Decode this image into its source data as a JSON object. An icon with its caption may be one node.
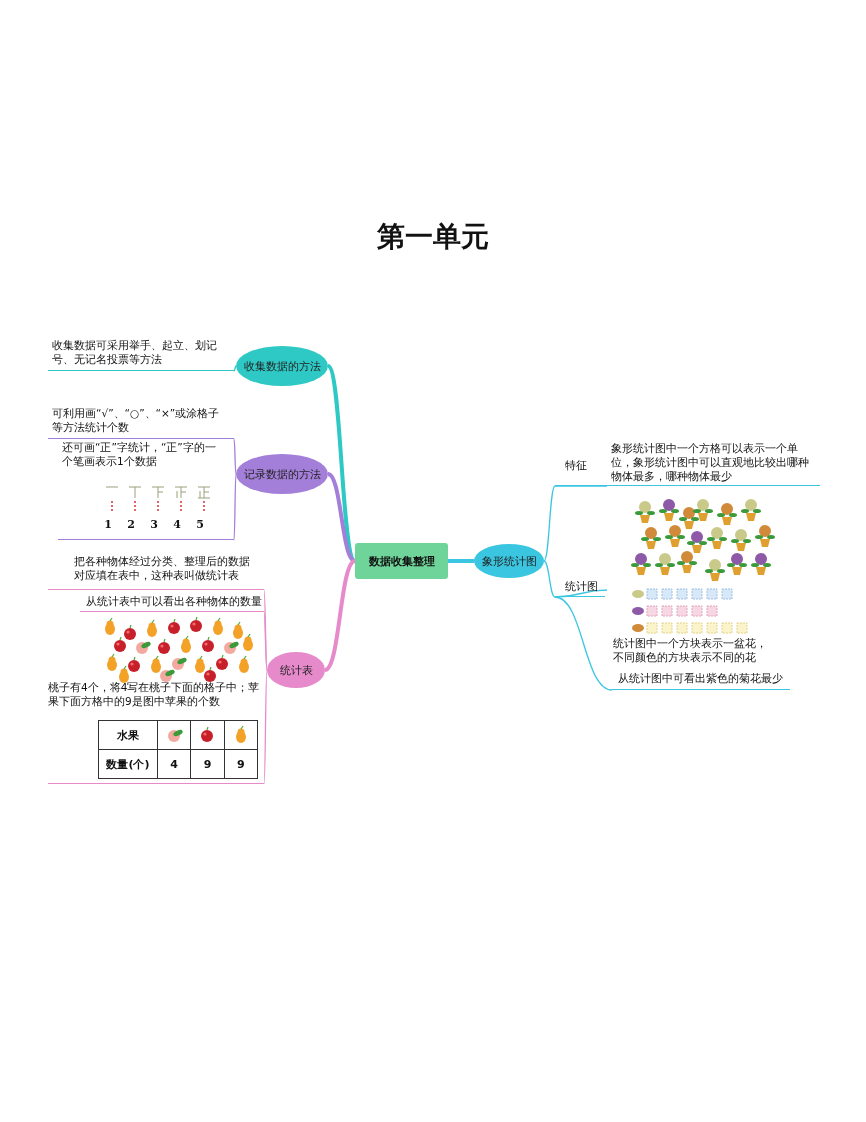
{
  "diagram": {
    "title": "第一单元",
    "nodes": [
      {
        "text": [
          "数据收集整理"
        ]
      },
      {
        "text": [
          "收集数据的方法"
        ]
      },
      {
        "text": [
          "收集数据可采用举手、起立、划记号、无记名投票等方法"
        ]
      },
      {
        "text": [
          "记录数据的方法"
        ]
      },
      {
        "text": [
          "可利用画“√”、“○”、“×”或涂格子等方法统计个数"
        ]
      },
      {
        "text": [
          "还可画“正”字统计，“正”字的一个笔画表示1个数据"
        ]
      },
      {
        "text": [
          "统计表"
        ]
      },
      {
        "text": [
          "把各种物体经过分类、整理后的数据对应填在表中，这种表叫做统计表"
        ]
      },
      {
        "text": [
          "从统计表中可以看出各种物体的数量"
        ]
      },
      {
        "text": [
          "桃子有4个，将4写在桃子下面的格子中；苹果下面方格中的9是图中苹果的个数"
        ]
      },
      {
        "text": [
          "象形统计图"
        ]
      },
      {
        "text": [
          "特征"
        ]
      },
      {
        "text": [
          "象形统计图中一个方格可以表示一个单位，象形统计图中可以直观地比较出哪种物体最多，哪种物体最少"
        ]
      },
      {
        "text": [
          "统计图"
        ]
      },
      {
        "text": [
          "统计图中一个方块表示一盆花，不同颜色的方块表示不同的花"
        ]
      },
      {
        "text": [
          "从统计图中可看出紫色的菊花最少"
        ]
      }
    ],
    "edges": [
      {
        "from": 0,
        "to": 1,
        "arrow": "none",
        "style": "thick",
        "color": "#2ec9c4"
      },
      {
        "from": 0,
        "to": 3,
        "arrow": "none",
        "style": "thick",
        "color": "#a47fd9"
      },
      {
        "from": 0,
        "to": 6,
        "arrow": "none",
        "style": "thick",
        "color": "#e68acb"
      },
      {
        "from": 0,
        "to": 10,
        "arrow": "none",
        "style": "thick",
        "color": "#3ac6e0"
      },
      {
        "from": 1,
        "to": 2,
        "arrow": "none",
        "color": "#2ec9c4"
      },
      {
        "from": 3,
        "to": 4,
        "arrow": "none",
        "color": "#a47fd9"
      },
      {
        "from": 3,
        "to": 5,
        "arrow": "none",
        "color": "#a47fd9"
      },
      {
        "from": 6,
        "to": 7,
        "arrow": "none",
        "color": "#e68acb"
      },
      {
        "from": 6,
        "to": 8,
        "arrow": "none",
        "color": "#e68acb"
      },
      {
        "from": 6,
        "to": 9,
        "arrow": "none",
        "color": "#e68acb"
      },
      {
        "from": 10,
        "to": 11,
        "arrow": "none",
        "color": "#3ac6e0"
      },
      {
        "from": 10,
        "to": 13,
        "arrow": "none",
        "color": "#3ac6e0"
      },
      {
        "from": 11,
        "to": 12,
        "arrow": "none",
        "color": "#3ac6e0"
      },
      {
        "from": 13,
        "to": 14,
        "arrow": "none",
        "color": "#3ac6e0"
      },
      {
        "from": 13,
        "to": 15,
        "arrow": "none",
        "color": "#3ac6e0"
      }
    ],
    "labels": [
      "1",
      "2",
      "3",
      "4",
      "5",
      "水果",
      "数量(个)",
      "4",
      "9",
      "9"
    ]
  }
}
